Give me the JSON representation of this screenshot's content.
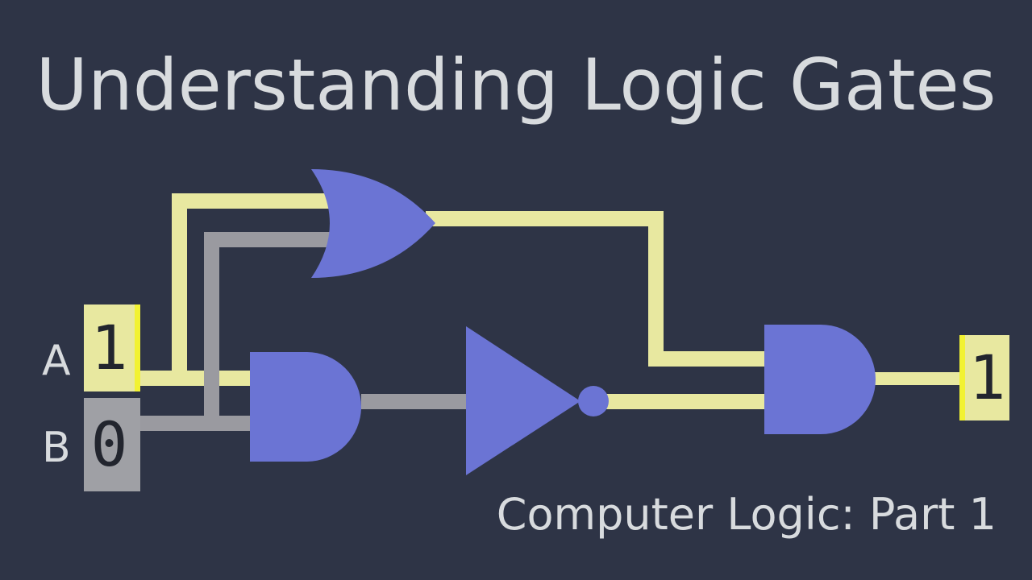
{
  "header": {
    "title": "Understanding Logic Gates",
    "subtitle": "Computer Logic: Part 1"
  },
  "colors": {
    "background": "#2E3446",
    "text": "#D8DBDE",
    "gate_fill": "#6B74D4",
    "wire_on": "#E8E8A0",
    "wire_off": "#9A9AA0",
    "box_on": "#E8E8A0",
    "box_on_edge": "#F2F232",
    "box_off": "#9FA0A5",
    "digit": "#22252E"
  },
  "circuit": {
    "inputs": [
      {
        "name": "A",
        "label": "A",
        "value": "1",
        "state": "on"
      },
      {
        "name": "B",
        "label": "B",
        "value": "0",
        "state": "off"
      }
    ],
    "outputs": [
      {
        "name": "Q",
        "value": "1",
        "state": "on"
      }
    ],
    "gates": [
      {
        "id": "or1",
        "type": "OR",
        "inputs": [
          "A",
          "B"
        ],
        "output": "1",
        "state": "on"
      },
      {
        "id": "and1",
        "type": "AND",
        "inputs": [
          "A",
          "B"
        ],
        "output": "0",
        "state": "off"
      },
      {
        "id": "not1",
        "type": "NOT",
        "inputs": [
          "and1"
        ],
        "output": "1",
        "state": "on"
      },
      {
        "id": "and2",
        "type": "AND",
        "inputs": [
          "or1",
          "not1"
        ],
        "output": "1",
        "state": "on"
      }
    ],
    "wires": [
      {
        "from": "A",
        "to": "or1.in0",
        "state": "on"
      },
      {
        "from": "A",
        "to": "and1.in0",
        "state": "on"
      },
      {
        "from": "B",
        "to": "or1.in1",
        "state": "off"
      },
      {
        "from": "B",
        "to": "and1.in1",
        "state": "off"
      },
      {
        "from": "or1",
        "to": "and2.in0",
        "state": "on"
      },
      {
        "from": "and1",
        "to": "not1",
        "state": "off"
      },
      {
        "from": "not1",
        "to": "and2.in1",
        "state": "on"
      },
      {
        "from": "and2",
        "to": "Q",
        "state": "on"
      }
    ]
  }
}
